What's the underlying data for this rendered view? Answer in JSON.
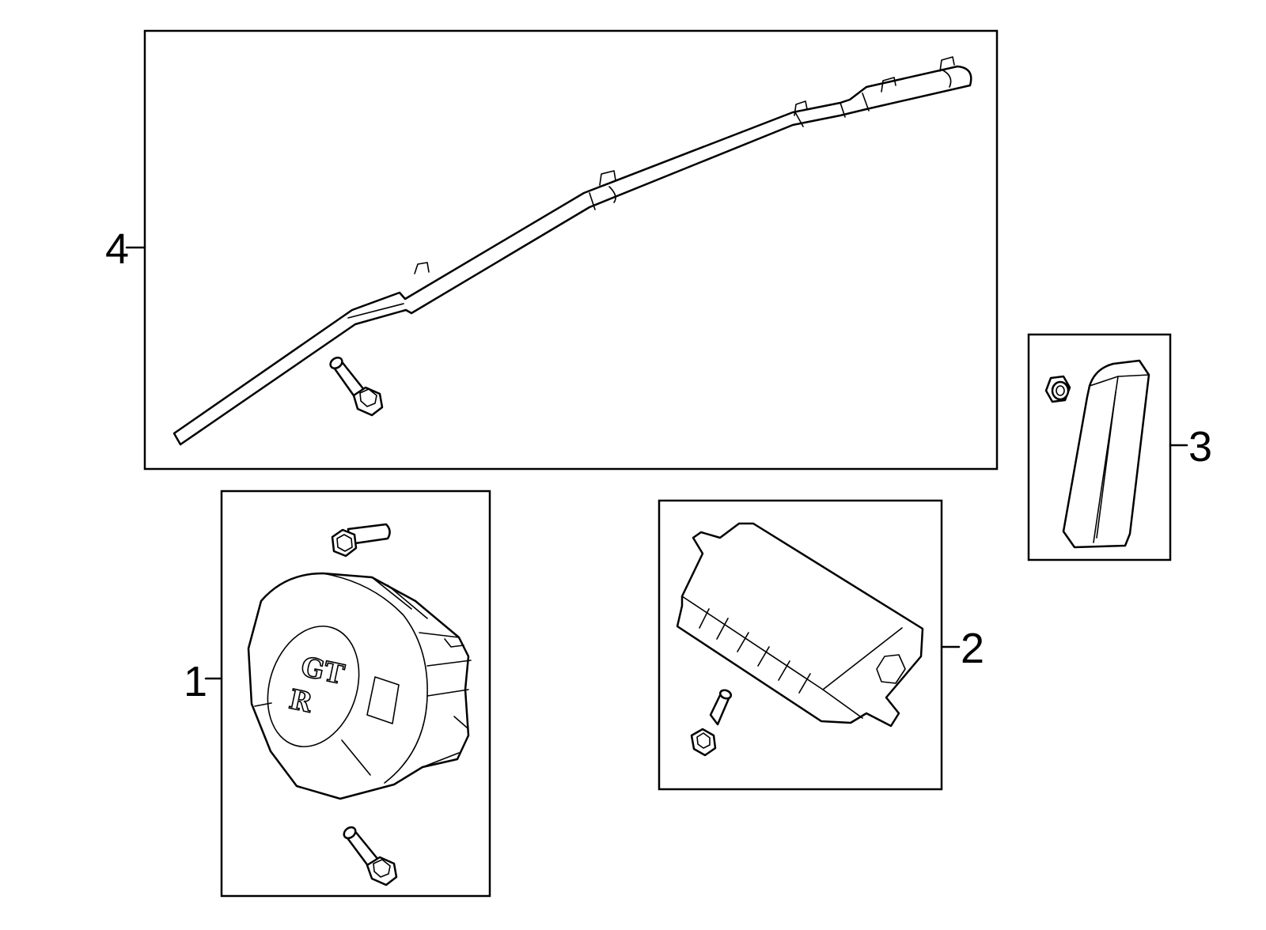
{
  "callouts": [
    {
      "id": "1",
      "label": "1"
    },
    {
      "id": "2",
      "label": "2"
    },
    {
      "id": "3",
      "label": "3"
    },
    {
      "id": "4",
      "label": "4"
    }
  ],
  "logo": {
    "top": "GT",
    "bottom": "R"
  }
}
